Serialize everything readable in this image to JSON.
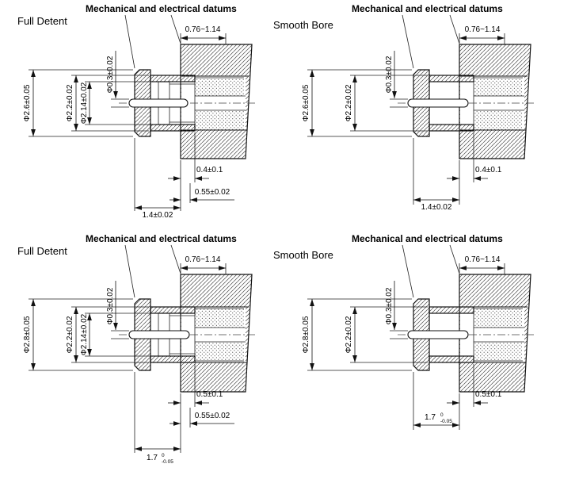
{
  "figure": {
    "background": "#ffffff",
    "ink": "#111111"
  },
  "panels": {
    "tl": {
      "title": "Full Detent",
      "datums_label": "Mechanical and electrical datums",
      "top_dim": "0.76~1.14",
      "dia_outer": "Φ2.6±0.05",
      "dia_bore": "Φ2.2±0.02",
      "dia_detent": "Φ2.14±0.02",
      "dia_pin": "Φ0.3±0.02",
      "dim_a": "0.4±0.1",
      "dim_b": "0.55±0.02",
      "dim_c": "1.4±0.02"
    },
    "tr": {
      "title": "Smooth Bore",
      "datums_label": "Mechanical and electrical datums",
      "top_dim": "0.76~1.14",
      "dia_outer": "Φ2.6±0.05",
      "dia_bore": "Φ2.2±0.02",
      "dia_pin": "Φ0.3±0.02",
      "dim_a": "0.4±0.1",
      "dim_c": "1.4±0.02"
    },
    "bl": {
      "title": "Full Detent",
      "datums_label": "Mechanical and electrical datums",
      "top_dim": "0.76~1.14",
      "dia_outer": "Φ2.8±0.05",
      "dia_bore": "Φ2.2±0.02",
      "dia_detent": "Φ2.14±0.02",
      "dia_pin": "Φ0.3±0.02",
      "dim_a": "0.5±0.1",
      "dim_b": "0.55±0.02",
      "dim_c_value": "1.7",
      "dim_c_tol_up": "0",
      "dim_c_tol_low": "-0.05"
    },
    "br": {
      "title": "Smooth Bore",
      "datums_label": "Mechanical and electrical datums",
      "top_dim": "0.76~1.14",
      "dia_outer": "Φ2.8±0.05",
      "dia_bore": "Φ2.2±0.02",
      "dia_pin": "Φ0.3±0.02",
      "dim_a": "0.5±0.1",
      "dim_c_value": "1.7",
      "dim_c_tol_up": "0",
      "dim_c_tol_low": "-0.05"
    }
  }
}
